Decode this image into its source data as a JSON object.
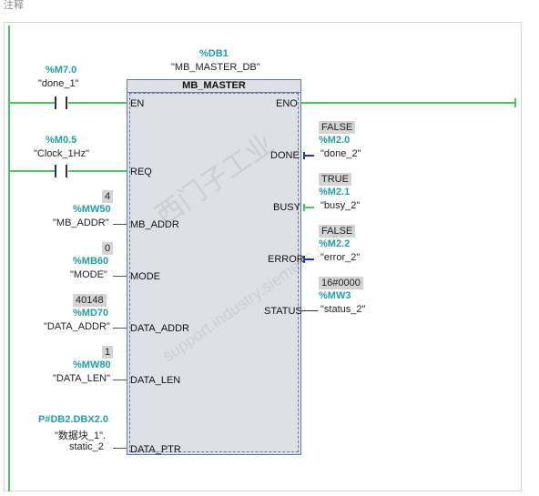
{
  "header": {
    "comment_label": "注释"
  },
  "block": {
    "instance_db": "%DB1",
    "instance_db_name": "\"MB_MASTER_DB\"",
    "title": "MB_MASTER",
    "pins_in": [
      "EN",
      "REQ",
      "MB_ADDR",
      "MODE",
      "DATA_ADDR",
      "DATA_LEN",
      "DATA_PTR"
    ],
    "pins_out": [
      "ENO",
      "DONE",
      "BUSY",
      "ERROR",
      "STATUS"
    ]
  },
  "inputs": {
    "en": {
      "addr": "%M7.0",
      "name": "\"done_1\""
    },
    "req": {
      "addr": "%M0.5",
      "name": "\"Clock_1Hz\""
    },
    "mb_addr": {
      "value": "4",
      "addr": "%MW50",
      "name": "\"MB_ADDR\""
    },
    "mode": {
      "value": "0",
      "addr": "%MB60",
      "name": "\"MODE\""
    },
    "data_addr": {
      "value": "40148",
      "addr": "%MD70",
      "name": "\"DATA_ADDR\""
    },
    "data_len": {
      "value": "1",
      "addr": "%MW80",
      "name": "\"DATA_LEN\""
    },
    "data_ptr": {
      "addr": "P#DB2.DBX2.0",
      "name_line1": "\"数据块_1\".",
      "name_line2": "static_2"
    }
  },
  "outputs": {
    "done": {
      "value": "FALSE",
      "addr": "%M2.0",
      "name": "\"done_2\""
    },
    "busy": {
      "value": "TRUE",
      "addr": "%M2.1",
      "name": "\"busy_2\""
    },
    "error": {
      "value": "FALSE",
      "addr": "%M2.2",
      "name": "\"error_2\""
    },
    "status": {
      "value": "16#0000",
      "addr": "%MW3",
      "name": "\"status_2\""
    }
  },
  "watermark": {
    "line1": "西门子工业",
    "line2": "support.industry.siemens.com"
  },
  "colors": {
    "power_flow": "#44c767",
    "address": "#23a0a0",
    "wire_off": "#2233aa",
    "block_fill": "#dde1e6"
  }
}
